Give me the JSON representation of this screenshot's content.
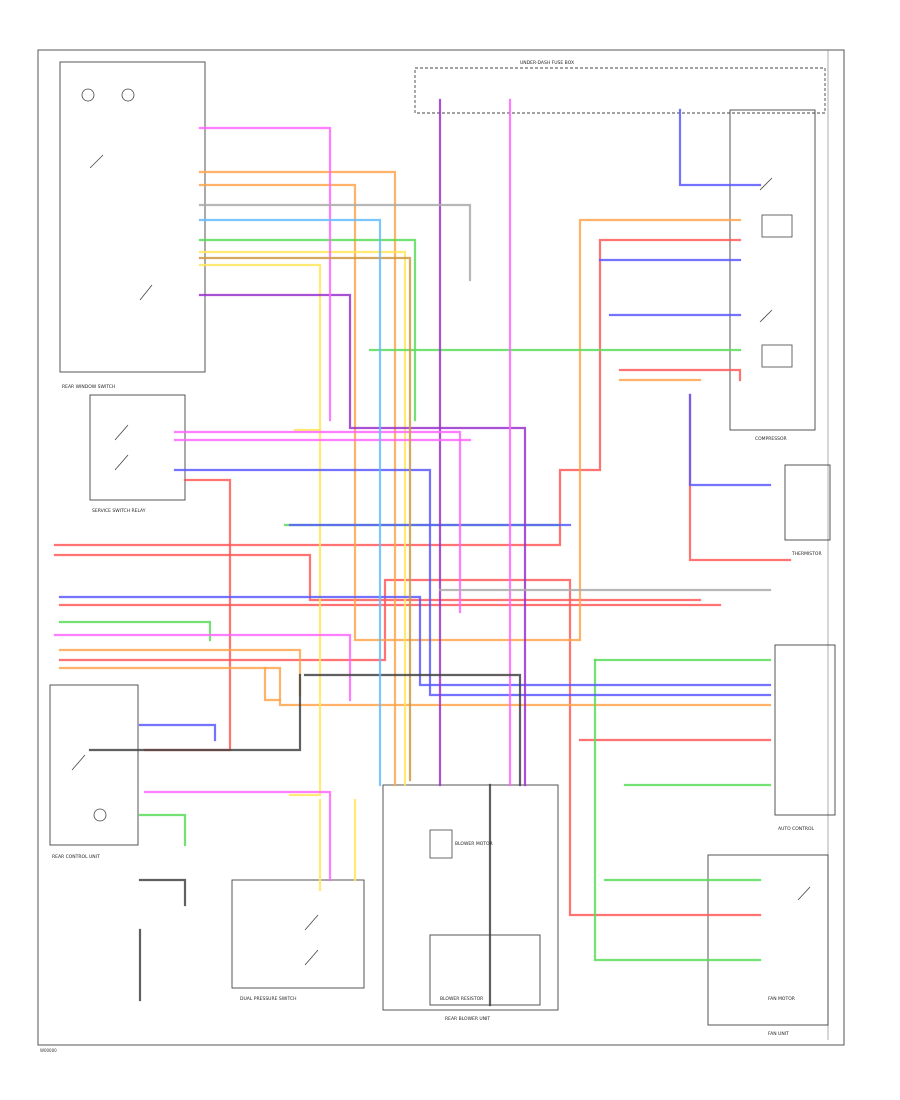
{
  "colors": {
    "red": "#ff5a5a",
    "orange": "#ffa64d",
    "yellow": "#ffe65c",
    "green": "#5cdc5c",
    "blue": "#5a5aff",
    "violet": "#9933cc",
    "pink": "#ff66ff",
    "brown": "#cc9944",
    "black": "#333333",
    "gray": "#aaaaaa",
    "lightblue": "#66bbff"
  },
  "components": {
    "rear_window_switch": "REAR WINDOW SWITCH",
    "service_switch_relay": "SERVICE SWITCH RELAY",
    "rear_control_unit": "REAR CONTROL UNIT",
    "dual_pressure_switch": "DUAL PRESSURE SWITCH",
    "blower_resistor": "BLOWER RESISTOR",
    "rear_blower_unit": "REAR BLOWER UNIT",
    "fan_unit": "FAN UNIT",
    "compressor": "COMPRESSOR",
    "thermistor": "THERMISTOR",
    "auto_control": "AUTO CONTROL",
    "fuse_box": "UNDER-DASH FUSE BOX",
    "blower_motor": "BLOWER MOTOR",
    "fan_motor": "FAN MOTOR"
  },
  "page_code": "W00000"
}
